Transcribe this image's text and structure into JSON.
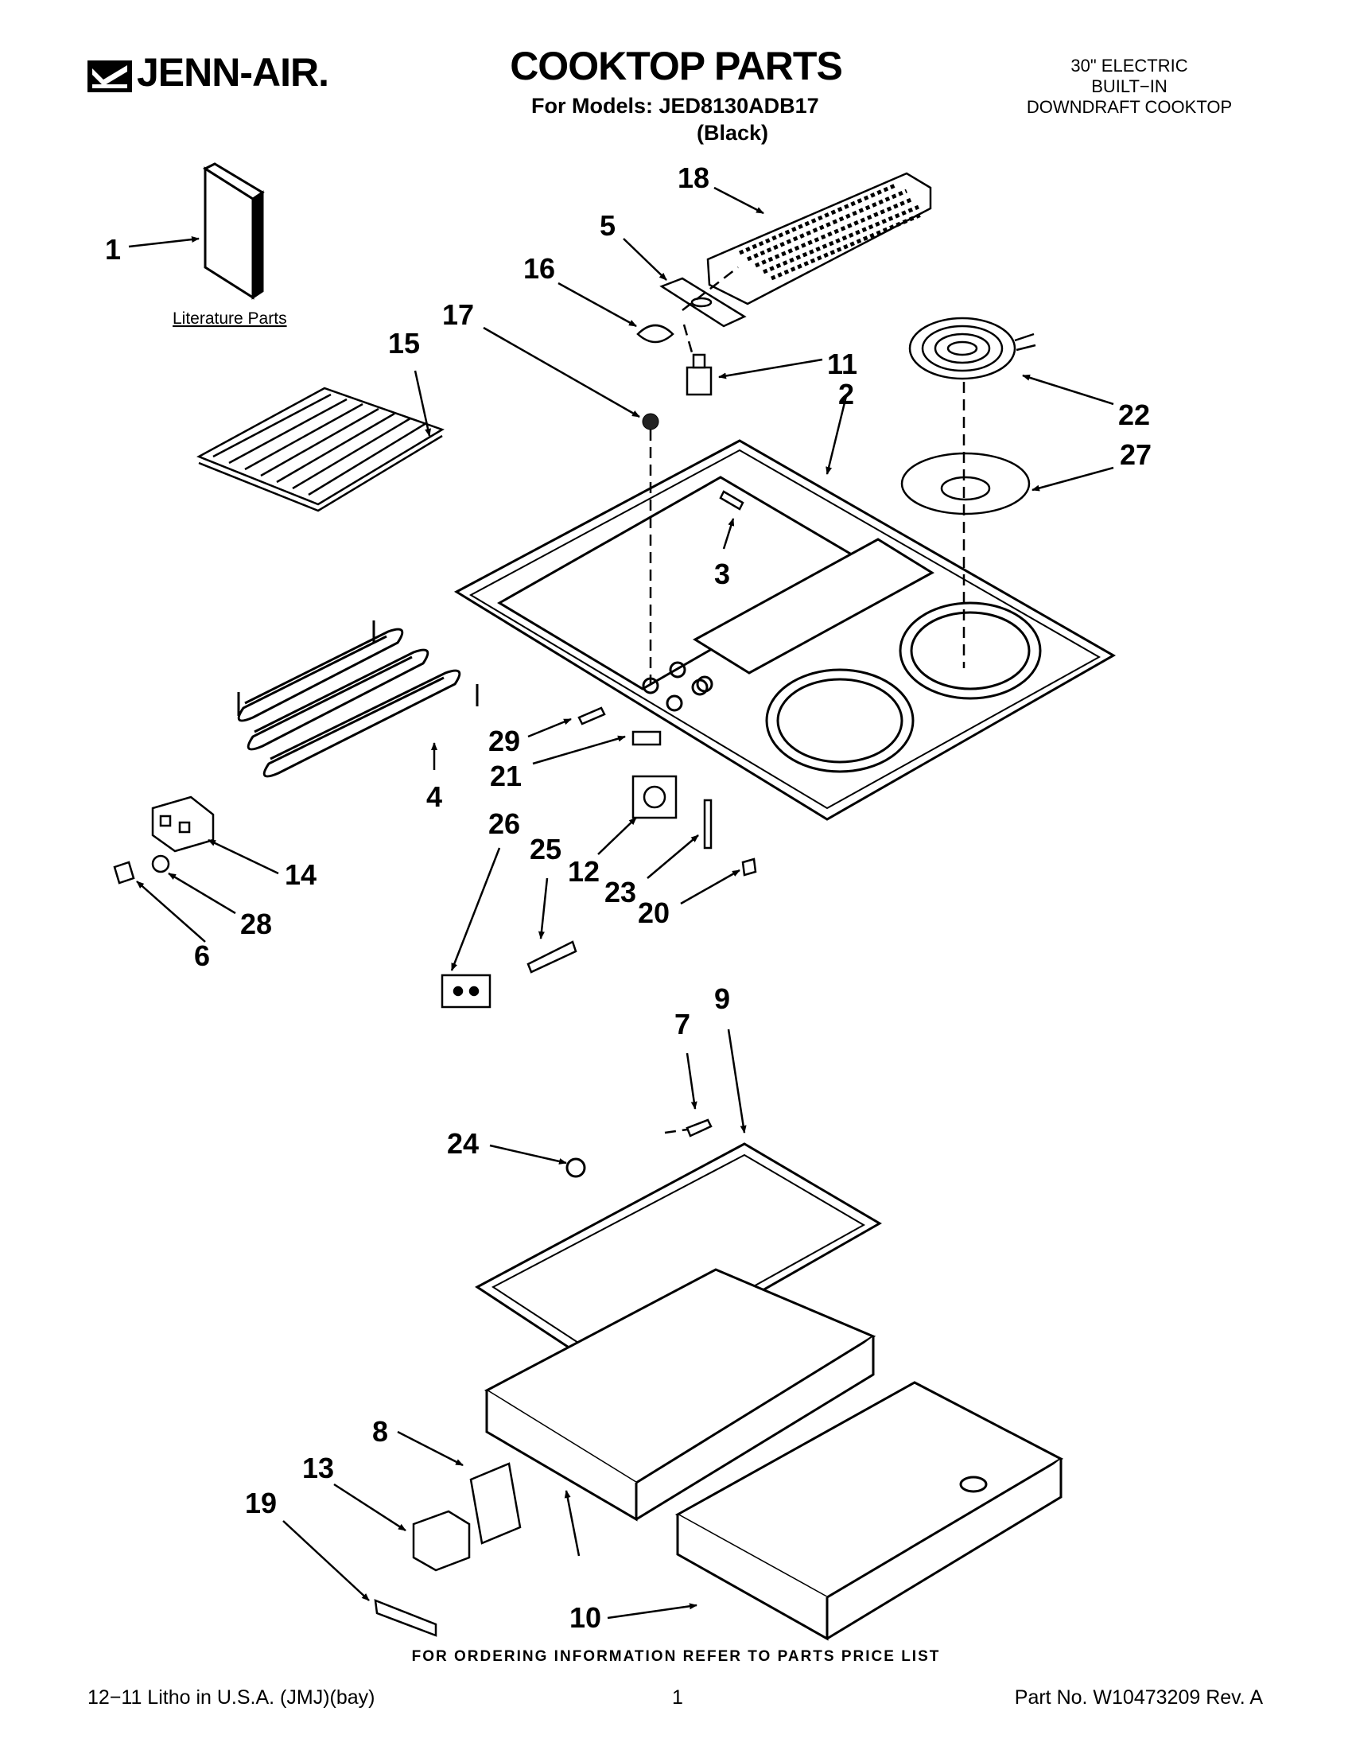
{
  "header": {
    "brand": "JENN-AIR.",
    "title": "COOKTOP PARTS",
    "models": "For Models: JED8130ADB17",
    "color": "(Black)",
    "spec_lines": [
      "30\" ELECTRIC",
      "BUILT−IN",
      "DOWNDRAFT COOKTOP"
    ]
  },
  "diagram": {
    "literature_label": "Literature Parts",
    "callouts": {
      "p1": "1",
      "p2": "2",
      "p3": "3",
      "p4": "4",
      "p5": "5",
      "p6": "6",
      "p7": "7",
      "p8": "8",
      "p9": "9",
      "p10": "10",
      "p11": "11",
      "p12": "12",
      "p13": "13",
      "p14": "14",
      "p15": "15",
      "p16": "16",
      "p17": "17",
      "p18": "18",
      "p19": "19",
      "p20": "20",
      "p21": "21",
      "p22": "22",
      "p23": "23",
      "p24": "24",
      "p25": "25",
      "p26": "26",
      "p27": "27",
      "p28": "28",
      "p29": "29"
    }
  },
  "footer": {
    "note": "FOR ORDERING INFORMATION REFER TO PARTS PRICE LIST",
    "litho": "12−11 Litho in U.S.A. (JMJ)(bay)",
    "page": "1",
    "part_no": "Part No. W10473209 Rev. A"
  }
}
